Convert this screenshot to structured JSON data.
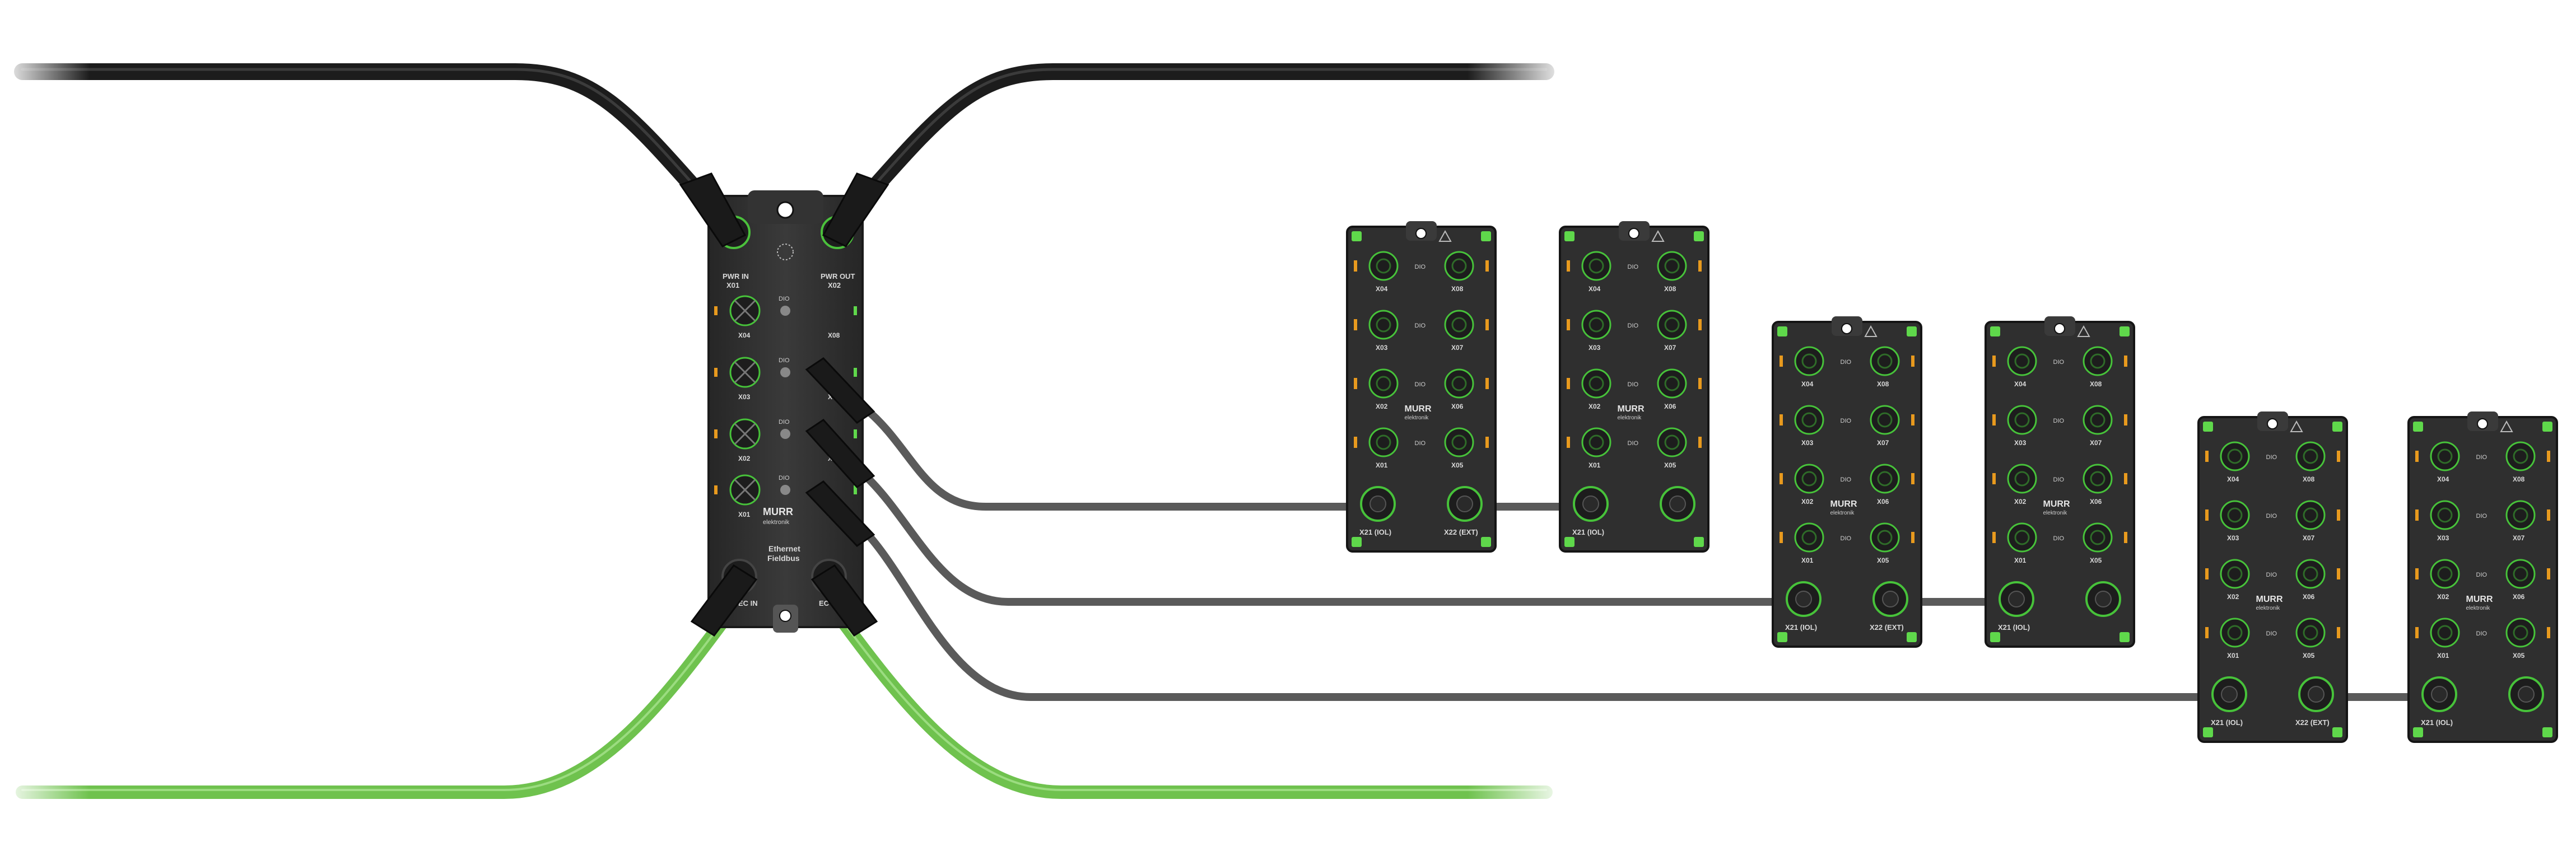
{
  "colors": {
    "power_cable": "#1c1c1c",
    "ethernet_cable": "#6fc24e",
    "iolink_cable": "#5a5a5a",
    "housing": "#2f2f2f",
    "port_green": "#47c23a",
    "led_orange": "#e89a1e",
    "corner_green": "#5fd84b"
  },
  "master": {
    "label_pwr_in": "PWR IN",
    "label_x01": "X01",
    "label_pwr_out": "PWR OUT",
    "label_x02": "X02",
    "brand": "MURR",
    "brand_sub": "elektronik",
    "port_labels": [
      "X04",
      "X03",
      "X02",
      "X01",
      "X08",
      "X07",
      "X06",
      "X05"
    ],
    "dio": "DIO",
    "ethernet_title": "Ethernet",
    "fieldbus": "Fieldbus",
    "label_ec_in": "EC IN",
    "label_ec_out": "EC OUT"
  },
  "modules": [
    {
      "ports_left": [
        "X04",
        "X03",
        "X02",
        "X01"
      ],
      "ports_right": [
        "X08",
        "X07",
        "X06",
        "X05"
      ],
      "dio": "DIO",
      "brand": "MURR",
      "brand_sub": "elektronik",
      "bottom_left": "X21 (IOL)",
      "bottom_right": "X22 (EXT)"
    },
    {
      "ports_left": [
        "X04",
        "X03",
        "X02",
        "X01"
      ],
      "ports_right": [
        "X08",
        "X07",
        "X06",
        "X05"
      ],
      "dio": "DIO",
      "brand": "MURR",
      "brand_sub": "elektronik",
      "bottom_left": "X21 (IOL)",
      "bottom_right": ""
    },
    {
      "ports_left": [
        "X04",
        "X03",
        "X02",
        "X01"
      ],
      "ports_right": [
        "X08",
        "X07",
        "X06",
        "X05"
      ],
      "dio": "DIO",
      "brand": "MURR",
      "brand_sub": "elektronik",
      "bottom_left": "X21 (IOL)",
      "bottom_right": "X22 (EXT)"
    },
    {
      "ports_left": [
        "X04",
        "X03",
        "X02",
        "X01"
      ],
      "ports_right": [
        "X08",
        "X07",
        "X06",
        "X05"
      ],
      "dio": "DIO",
      "brand": "MURR",
      "brand_sub": "elektronik",
      "bottom_left": "X21 (IOL)",
      "bottom_right": ""
    },
    {
      "ports_left": [
        "X04",
        "X03",
        "X02",
        "X01"
      ],
      "ports_right": [
        "X08",
        "X07",
        "X06",
        "X05"
      ],
      "dio": "DIO",
      "brand": "MURR",
      "brand_sub": "elektronik",
      "bottom_left": "X21 (IOL)",
      "bottom_right": "X22 (EXT)"
    },
    {
      "ports_left": [
        "X04",
        "X03",
        "X02",
        "X01"
      ],
      "ports_right": [
        "X08",
        "X07",
        "X06",
        "X05"
      ],
      "dio": "DIO",
      "brand": "MURR",
      "brand_sub": "elektronik",
      "bottom_left": "X21 (IOL)",
      "bottom_right": ""
    }
  ]
}
